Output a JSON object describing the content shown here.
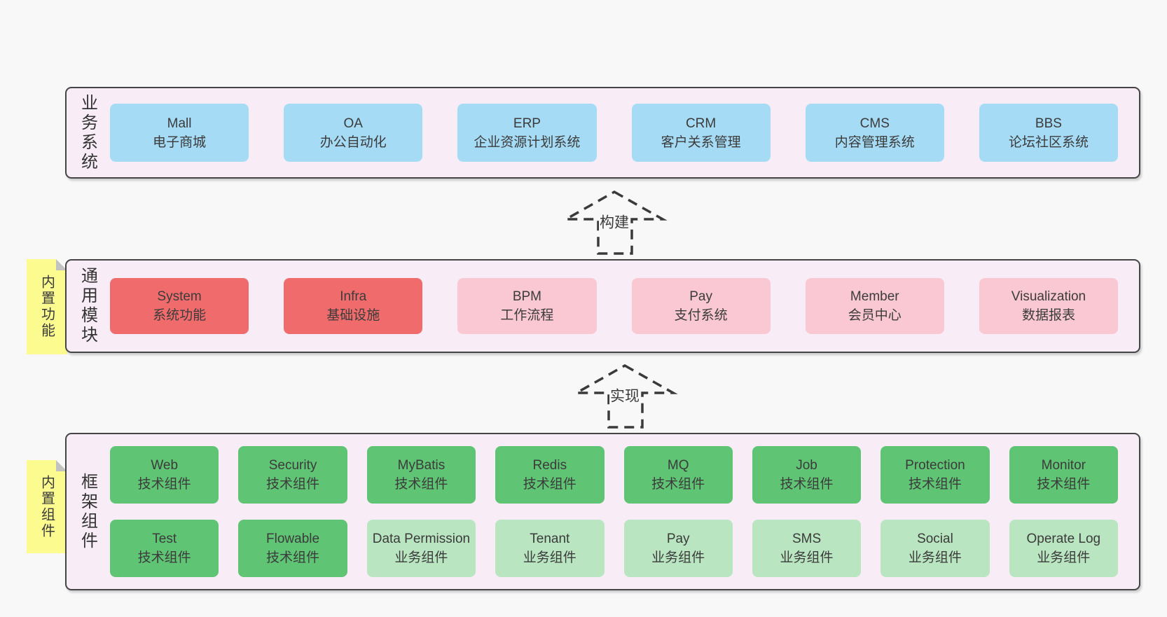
{
  "arrows": {
    "build": "构建",
    "implement": "实现"
  },
  "stickies": {
    "modules": "内置功能",
    "components": "内置组件"
  },
  "bands": {
    "business": {
      "label": "业务系统",
      "boxes": [
        {
          "name": "Mall",
          "desc": "电子商城",
          "variant": "blue"
        },
        {
          "name": "OA",
          "desc": "办公自动化",
          "variant": "blue"
        },
        {
          "name": "ERP",
          "desc": "企业资源计划系统",
          "variant": "blue"
        },
        {
          "name": "CRM",
          "desc": "客户关系管理",
          "variant": "blue"
        },
        {
          "name": "CMS",
          "desc": "内容管理系统",
          "variant": "blue"
        },
        {
          "name": "BBS",
          "desc": "论坛社区系统",
          "variant": "blue"
        }
      ]
    },
    "modules": {
      "label": "通用模块",
      "boxes": [
        {
          "name": "System",
          "desc": "系统功能",
          "variant": "red"
        },
        {
          "name": "Infra",
          "desc": "基础设施",
          "variant": "red"
        },
        {
          "name": "BPM",
          "desc": "工作流程",
          "variant": "pink"
        },
        {
          "name": "Pay",
          "desc": "支付系统",
          "variant": "pink"
        },
        {
          "name": "Member",
          "desc": "会员中心",
          "variant": "pink"
        },
        {
          "name": "Visualization",
          "desc": "数据报表",
          "variant": "pink"
        }
      ]
    },
    "components": {
      "label": "框架组件",
      "row1": [
        {
          "name": "Web",
          "desc": "技术组件",
          "variant": "green"
        },
        {
          "name": "Security",
          "desc": "技术组件",
          "variant": "green"
        },
        {
          "name": "MyBatis",
          "desc": "技术组件",
          "variant": "green"
        },
        {
          "name": "Redis",
          "desc": "技术组件",
          "variant": "green"
        },
        {
          "name": "MQ",
          "desc": "技术组件",
          "variant": "green"
        },
        {
          "name": "Job",
          "desc": "技术组件",
          "variant": "green"
        },
        {
          "name": "Protection",
          "desc": "技术组件",
          "variant": "green"
        },
        {
          "name": "Monitor",
          "desc": "技术组件",
          "variant": "green"
        }
      ],
      "row2": [
        {
          "name": "Test",
          "desc": "技术组件",
          "variant": "green"
        },
        {
          "name": "Flowable",
          "desc": "技术组件",
          "variant": "green"
        },
        {
          "name": "Data Permission",
          "desc": "业务组件",
          "variant": "lightgreen"
        },
        {
          "name": "Tenant",
          "desc": "业务组件",
          "variant": "lightgreen"
        },
        {
          "name": "Pay",
          "desc": "业务组件",
          "variant": "lightgreen"
        },
        {
          "name": "SMS",
          "desc": "业务组件",
          "variant": "lightgreen"
        },
        {
          "name": "Social",
          "desc": "业务组件",
          "variant": "lightgreen"
        },
        {
          "name": "Operate Log",
          "desc": "业务组件",
          "variant": "lightgreen"
        }
      ]
    }
  },
  "colors": {
    "page_bg": "#f8f8f8",
    "band_bg": "#f8edf6",
    "band_border": "#454545",
    "blue": "#a6dbf5",
    "red": "#f06c6c",
    "pink": "#fac8d2",
    "green": "#5fc474",
    "light_green": "#b9e5c1",
    "sticky_yellow": "#fbfb90",
    "sticky_fold": "#c2c2c2",
    "text": "#3b3b3b"
  }
}
